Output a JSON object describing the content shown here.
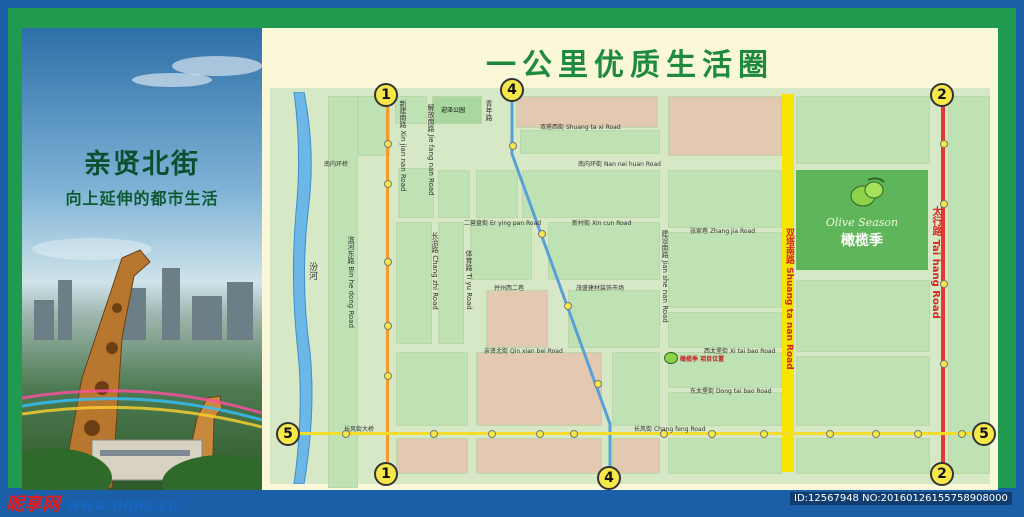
{
  "poster": {
    "slogan_title": "亲贤北街",
    "slogan_subtitle": "向上延伸的都市生活",
    "map_title": "一公里优质生活圈"
  },
  "brand": {
    "name_en": "Olive Season",
    "name_cn": "橄榄季"
  },
  "roads": {
    "horizontal": [
      {
        "cn": "双塔西街",
        "en": "Shuang ta xi Road"
      },
      {
        "cn": "南内环街",
        "en": "Nan nei huan Road"
      },
      {
        "cn": "二营盘街",
        "en": "Er ying pan Road"
      },
      {
        "cn": "新村街",
        "en": "Xin cun Road"
      },
      {
        "cn": "张家巷",
        "en": "Zhang jia Road"
      },
      {
        "cn": "并州西二巷",
        "en": ""
      },
      {
        "cn": "茂盛建材装饰市场",
        "en": ""
      },
      {
        "cn": "亲贤北街",
        "en": "Qin xian bei Road"
      },
      {
        "cn": "西太堡街",
        "en": "Xi tai bao Road"
      },
      {
        "cn": "东太堡街",
        "en": "Dong tai bao Road"
      },
      {
        "cn": "长风街",
        "en": "Chang feng Road"
      },
      {
        "cn": "长风街大桥",
        "en": ""
      },
      {
        "cn": "南内环桥",
        "en": ""
      }
    ],
    "vertical": [
      {
        "cn": "新建南路",
        "en": "Xin jian nan Road"
      },
      {
        "cn": "解放南路",
        "en": "Jie fang nan Road"
      },
      {
        "cn": "青年路",
        "en": ""
      },
      {
        "cn": "滨河东路",
        "en": "Bin he dong Road"
      },
      {
        "cn": "长治路",
        "en": "Chang zhi Road"
      },
      {
        "cn": "体育路",
        "en": "Ti yu Road"
      },
      {
        "cn": "建设南路",
        "en": "Jian she nan Road"
      },
      {
        "cn": "双塔南路",
        "en": "Shuang ta nan Road"
      },
      {
        "cn": "太行路",
        "en": "Tai hang Road"
      }
    ]
  },
  "landmarks": {
    "river": "汾河",
    "park": "迎泽公园",
    "olive_small": "橄榄季 项目位置"
  },
  "lines": [
    "1",
    "2",
    "4",
    "5"
  ],
  "colors": {
    "line1": "#f39c2b",
    "line2": "#e53935",
    "line4": "#5aa0d8",
    "line5": "#f3dc2a",
    "shuangta_road": "#f7e400",
    "brand_green": "#1d8a3e"
  },
  "watermark": {
    "brand": "昵享网",
    "site": "www.nipic.cn",
    "id": "ID:12567948 NO:20160126155758908000"
  }
}
